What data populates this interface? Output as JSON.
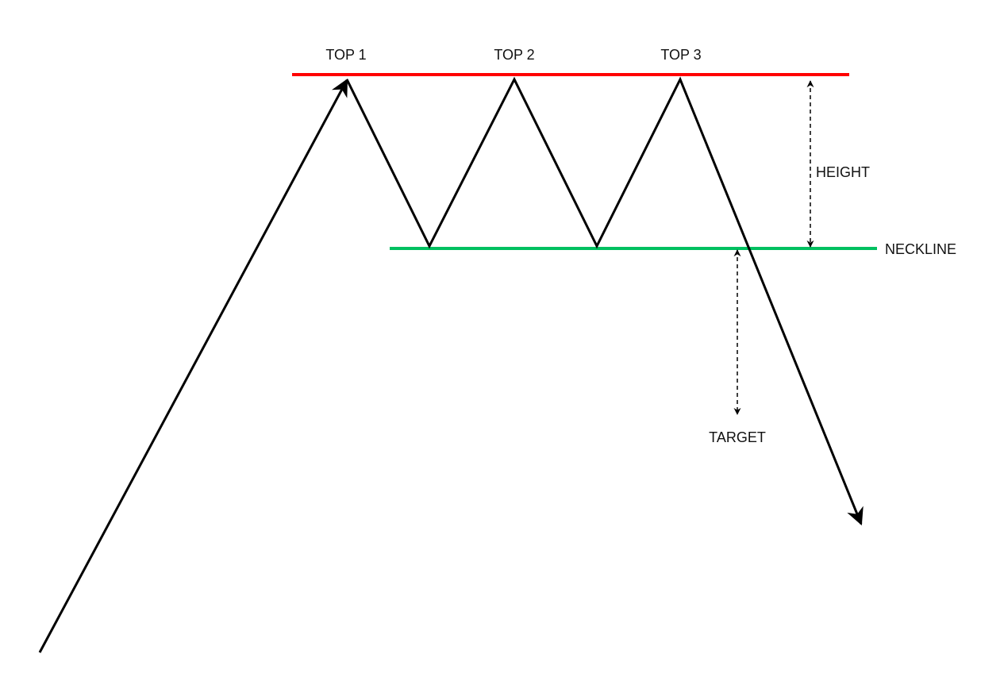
{
  "labels": {
    "top1": "TOP 1",
    "top2": "TOP 2",
    "top3": "TOP 3",
    "height": "HEIGHT",
    "neckline": "NECKLINE",
    "target": "TARGET"
  },
  "colors": {
    "resistance_line": "#ff0000",
    "neckline": "#00c060",
    "price_path": "#000000"
  }
}
